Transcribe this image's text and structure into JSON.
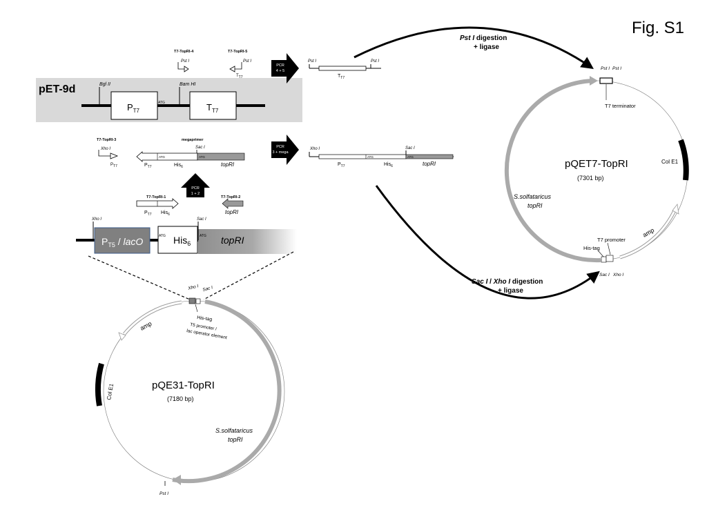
{
  "figure_label": "Fig. S1",
  "pet9d": {
    "title": "pET-9d",
    "bgl": "Bgl II",
    "bam": "Bam HI",
    "pt7": "P",
    "pt7_sub": "T7",
    "tt7": "T",
    "tt7_sub": "T7",
    "atg": "ATG"
  },
  "primers": {
    "topri4": "T7-TopRI-4",
    "topri5": "T7-TopRI-5",
    "topri3": "T7-TopRI-3",
    "topri1": "T7-TopRI-1",
    "topri2": "T7-TopRI-2",
    "pst": "Pst I",
    "xho": "Xho I",
    "sac": "Sac I",
    "t7_sub": "T7",
    "p": "P",
    "t": "T",
    "his": "His",
    "his_sub": "6",
    "topri": "topRI",
    "megaprimer": "megaprimer",
    "atg": "ATG"
  },
  "pcr": {
    "pcr45_line1": "PCR",
    "pcr45_line2": "4 + 5",
    "pcr12_line1": "PCR",
    "pcr12_line2": "1 + 2",
    "pcr3m_line1": "PCR",
    "pcr3m_line2": "3 + mega"
  },
  "products": {
    "pst_left": "Pst I",
    "pst_right": "Pst I",
    "tt7": "T",
    "tt7_sub": "T7",
    "xho": "Xho I",
    "sac": "Sac I",
    "pt7": "P",
    "pt7_sub": "T7",
    "his": "His",
    "his_sub": "6",
    "topri": "topRI",
    "atg": "ATG"
  },
  "pqe_insert": {
    "xho": "Xho I",
    "sac": "Sac I",
    "pt5": "P",
    "pt5_sub": "T5",
    "lacO_sep": " / ",
    "lacO": "lacO",
    "his": "His",
    "his_sub": "6",
    "topri": "topRI",
    "atg": "ATG"
  },
  "steps": {
    "pst_digest_a": "Pst I",
    "pst_digest_b": " digestion",
    "pst_ligase": "+ ligase",
    "sacxho_a": "Sac I",
    "sacxho_b": " / ",
    "sacxho_c": "Xho I",
    "sacxho_d": " digestion",
    "sacxho_ligase": "+ ligase"
  },
  "pqet7": {
    "name": "pQET7-TopRI",
    "size": "(7301 bp)",
    "t7_terminator": "T7 terminator",
    "col_e1": "Col E1",
    "amp": "amp",
    "t7_promoter": "T7 promoter",
    "his_tag": "His-tag",
    "sac": "Sac I",
    "xho": "Xho I",
    "pst1": "Pst I",
    "pst2": "Pst I",
    "gene_line1": "S.solfataricus",
    "gene_line2": "topRI"
  },
  "pqe31": {
    "name": "pQE31-TopRI",
    "size": "(7180 bp)",
    "xho": "Xho I",
    "sac": "Sac I",
    "his_tag": "His-tag",
    "t5_line1": "T5 promoter /",
    "t5_line2": "lac operator element",
    "amp": "amp",
    "col_e1": "Col E1",
    "gene_line1": "S.solfataricus",
    "gene_line2": "topRI",
    "pst": "Pst I"
  }
}
